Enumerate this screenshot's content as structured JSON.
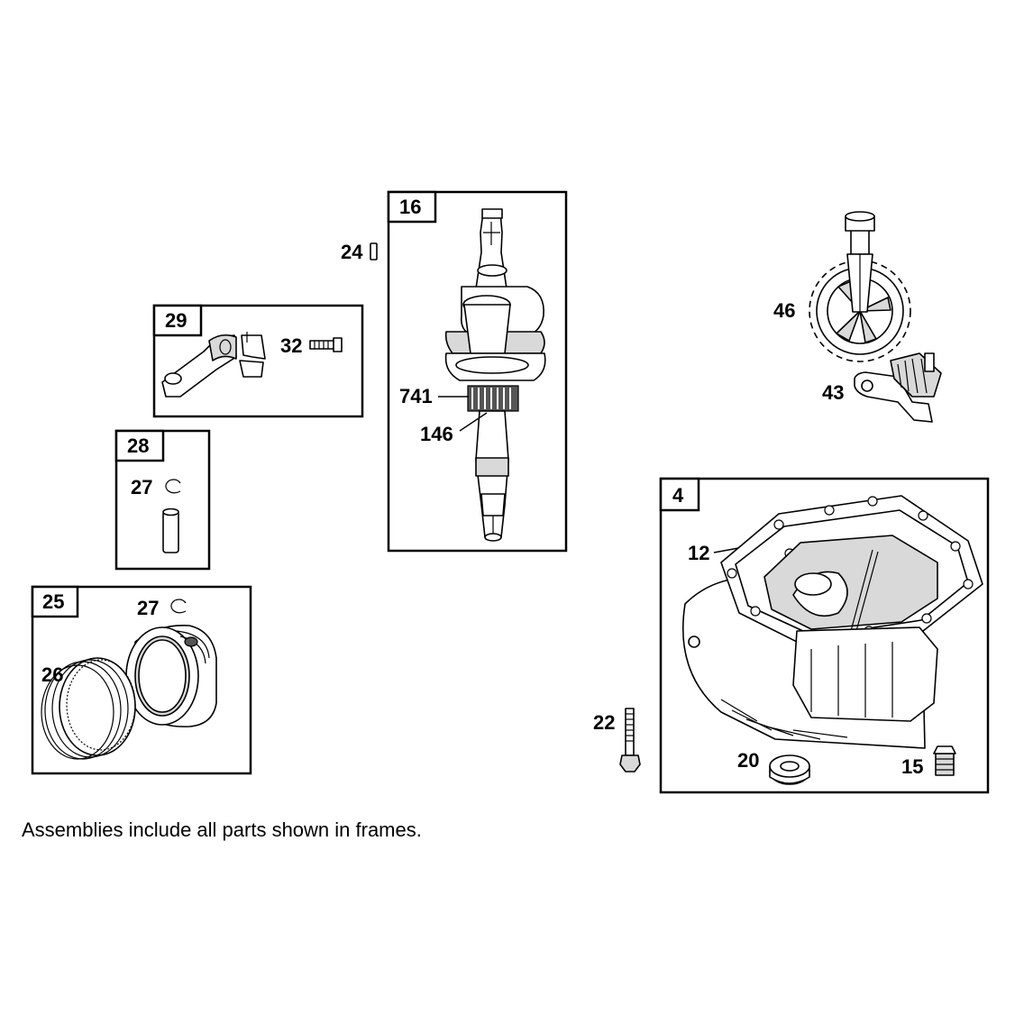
{
  "assemblies": [
    {
      "id": "16"
    },
    {
      "id": "29"
    },
    {
      "id": "28"
    },
    {
      "id": "25"
    },
    {
      "id": "4"
    }
  ],
  "labels": {
    "p24": "24",
    "p741": "741",
    "p146": "146",
    "p32": "32",
    "p27a": "27",
    "p27b": "27",
    "p26": "26",
    "p46": "46",
    "p43": "43",
    "p12": "12",
    "p22": "22",
    "p20": "20",
    "p15": "15"
  },
  "footnote": "Assemblies include all parts shown in frames."
}
